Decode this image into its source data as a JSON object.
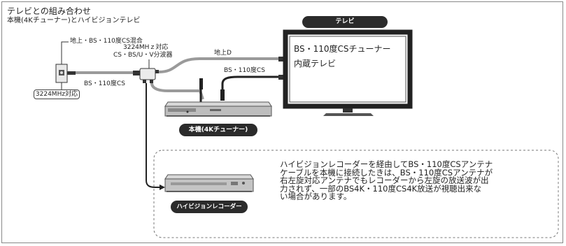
{
  "title": "テレビとの組み合わせ",
  "subtitle": "本機(4Kチューナー)とハイビジョンテレビ",
  "antenna_mix_label": "地上・BS・110度CS混合",
  "outlet_label": "3224MHz対応",
  "splitter_label_line1": "3224MHｚ対応",
  "splitter_label_line2": "CS・BS/U・V分波器",
  "terrestrial_label": "地上D",
  "bs_cs_label_right": "BS・110度CS",
  "bs_cs_label_left": "BS・110度CS",
  "tv_pill": "テレビ",
  "tv_screen_line1": "BS・110度CSチューナー",
  "tv_screen_line2": "内蔵テレビ",
  "main_unit_pill": "本機(4Kチューナー)",
  "recorder_pill": "ハイビジョンレコーダー",
  "note_lines": [
    "ハイビジョンレコーダーを経由してBS・110度CSアンテナ",
    "ケーブルを本機に接続したきは、BS・110度CSアンテナが",
    "右左旋対応アンテナでもレコーダーから左旋の放送波が出",
    "力されず、一部のBS4K・110度CS4K放送が視聴出来な",
    "い場合があります。"
  ],
  "colors": {
    "pill_bg": "#2b2b2b",
    "cable_gray": "#9a9a9a",
    "cable_dark": "#222222",
    "note_border": "#777777"
  }
}
